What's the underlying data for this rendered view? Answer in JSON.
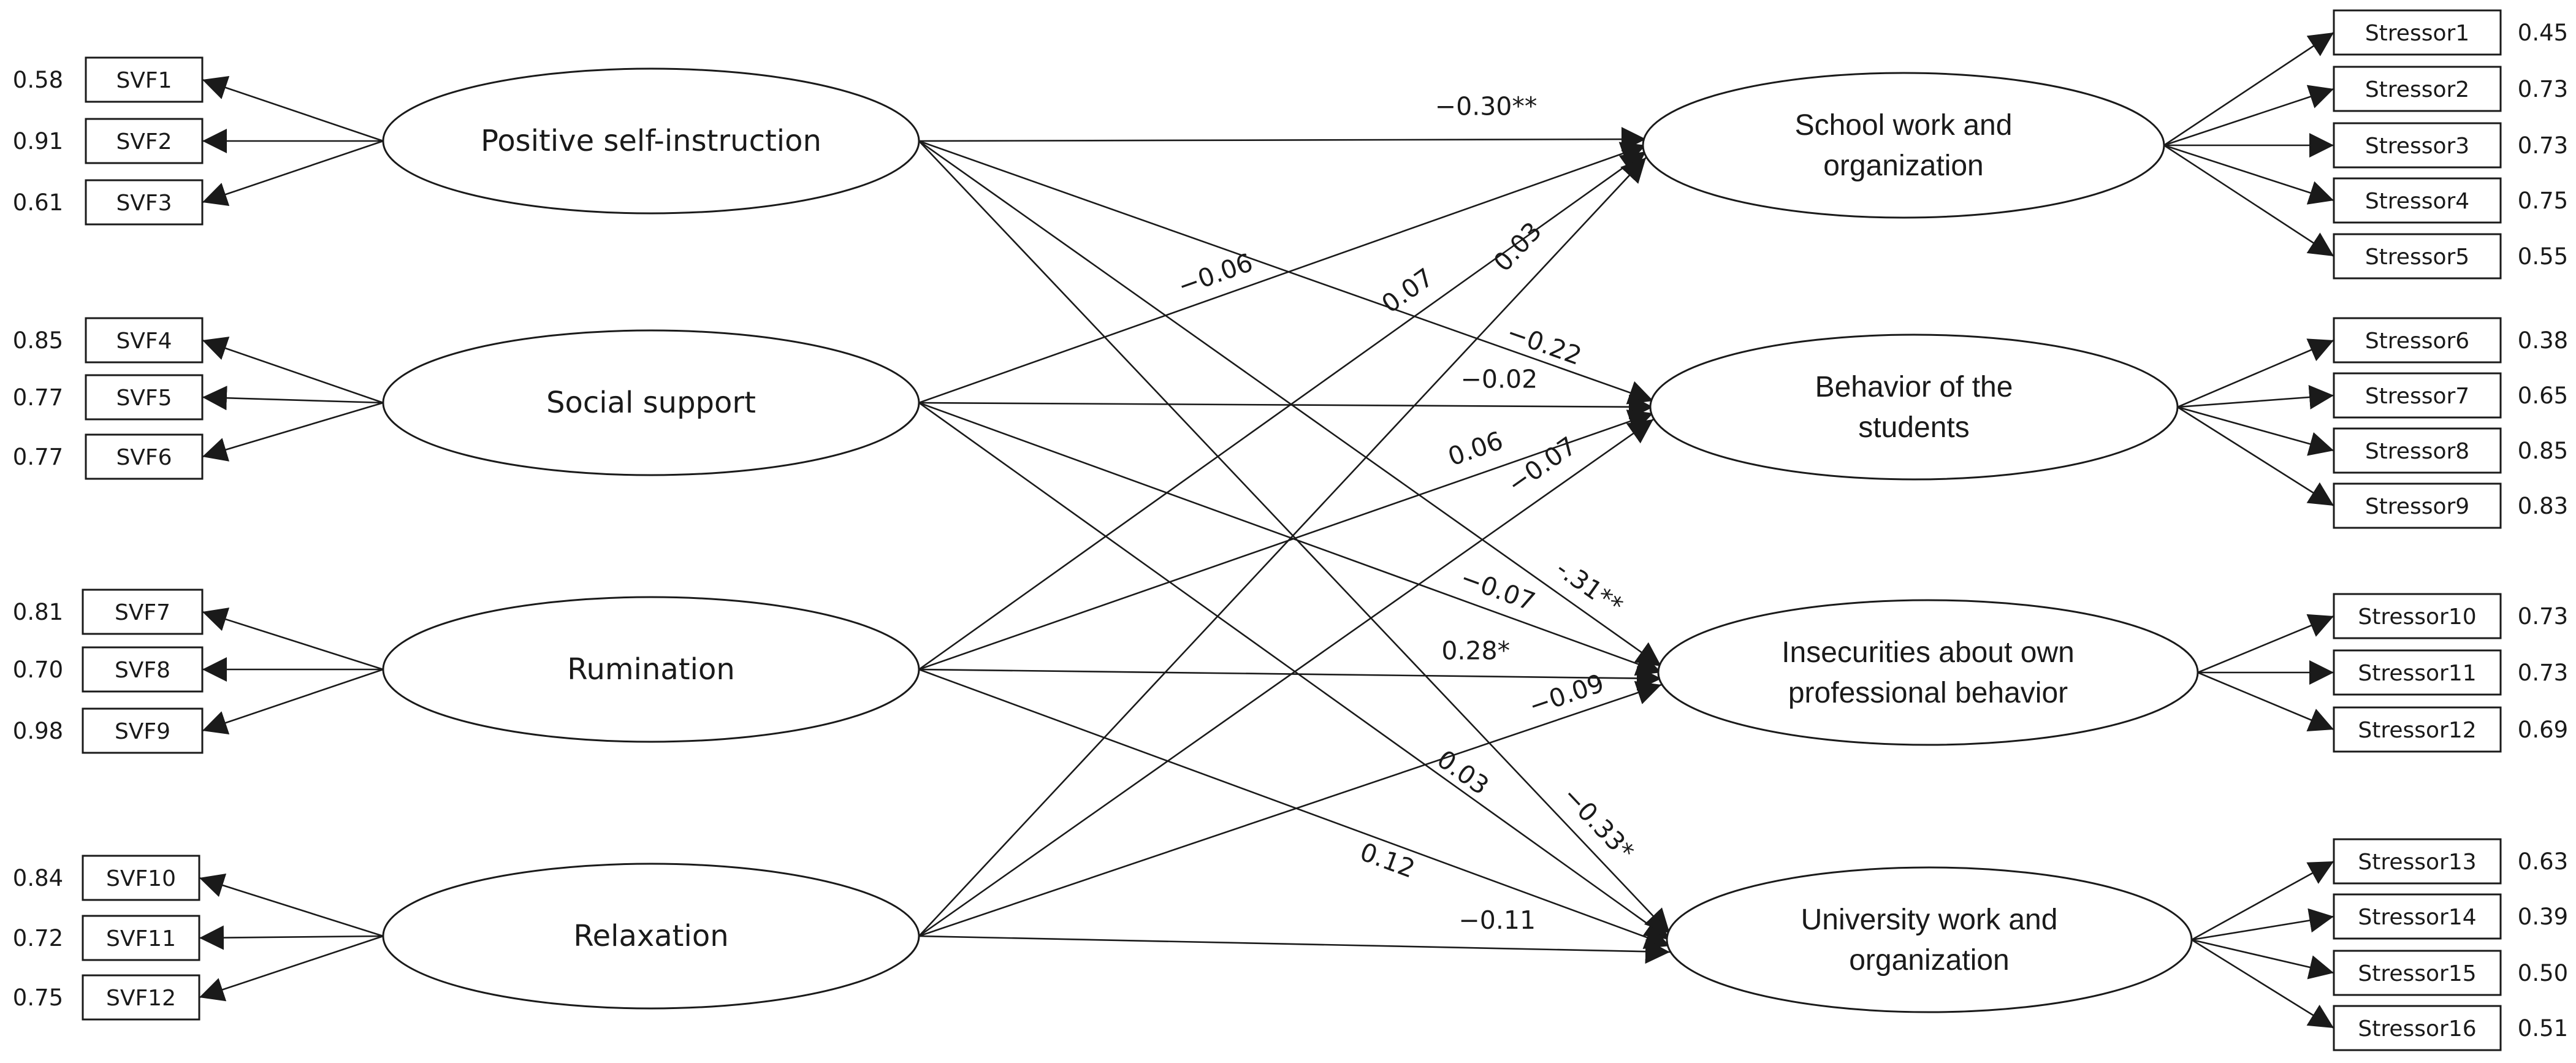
{
  "predictors": [
    {
      "id": "p1",
      "label": "Positive self-instruction",
      "indicators": [
        {
          "label": "SVF1",
          "loading": "0.58"
        },
        {
          "label": "SVF2",
          "loading": "0.91"
        },
        {
          "label": "SVF3",
          "loading": "0.61"
        }
      ]
    },
    {
      "id": "p2",
      "label": "Social support",
      "indicators": [
        {
          "label": "SVF4",
          "loading": "0.85"
        },
        {
          "label": "SVF5",
          "loading": "0.77"
        },
        {
          "label": "SVF6",
          "loading": "0.77"
        }
      ]
    },
    {
      "id": "p3",
      "label": "Rumination",
      "indicators": [
        {
          "label": "SVF7",
          "loading": "0.81"
        },
        {
          "label": "SVF8",
          "loading": "0.70"
        },
        {
          "label": "SVF9",
          "loading": "0.98"
        }
      ]
    },
    {
      "id": "p4",
      "label": "Relaxation",
      "indicators": [
        {
          "label": "SVF10",
          "loading": "0.84"
        },
        {
          "label": "SVF11",
          "loading": "0.72"
        },
        {
          "label": "SVF12",
          "loading": "0.75"
        }
      ]
    }
  ],
  "outcomes": [
    {
      "id": "o1",
      "label_lines": [
        "School work and",
        "organization"
      ],
      "indicators": [
        {
          "label": "Stressor1",
          "loading": "0.45"
        },
        {
          "label": "Stressor2",
          "loading": "0.73"
        },
        {
          "label": "Stressor3",
          "loading": "0.73"
        },
        {
          "label": "Stressor4",
          "loading": "0.75"
        },
        {
          "label": "Stressor5",
          "loading": "0.55"
        }
      ]
    },
    {
      "id": "o2",
      "label_lines": [
        "Behavior of the",
        "students"
      ],
      "indicators": [
        {
          "label": "Stressor6",
          "loading": "0.38"
        },
        {
          "label": "Stressor7",
          "loading": "0.65"
        },
        {
          "label": "Stressor8",
          "loading": "0.85"
        },
        {
          "label": "Stressor9",
          "loading": "0.83"
        }
      ]
    },
    {
      "id": "o3",
      "label_lines": [
        "Insecurities about own",
        "professional behavior"
      ],
      "indicators": [
        {
          "label": "Stressor10",
          "loading": "0.73"
        },
        {
          "label": "Stressor11",
          "loading": "0.73"
        },
        {
          "label": "Stressor12",
          "loading": "0.69"
        }
      ]
    },
    {
      "id": "o4",
      "label_lines": [
        "University work and",
        "organization"
      ],
      "indicators": [
        {
          "label": "Stressor13",
          "loading": "0.63"
        },
        {
          "label": "Stressor14",
          "loading": "0.39"
        },
        {
          "label": "Stressor15",
          "loading": "0.50"
        },
        {
          "label": "Stressor16",
          "loading": "0.51"
        }
      ]
    }
  ],
  "paths": [
    {
      "from": "p1",
      "to": "o1",
      "coef": "−0.30**"
    },
    {
      "from": "p1",
      "to": "o2",
      "coef": "−0.22"
    },
    {
      "from": "p1",
      "to": "o3",
      "coef": "-.31**"
    },
    {
      "from": "p1",
      "to": "o4",
      "coef": "−0.33*"
    },
    {
      "from": "p2",
      "to": "o1",
      "coef": "−0.06"
    },
    {
      "from": "p2",
      "to": "o2",
      "coef": "−0.02"
    },
    {
      "from": "p2",
      "to": "o3",
      "coef": "−0.07"
    },
    {
      "from": "p2",
      "to": "o4",
      "coef": "0.03"
    },
    {
      "from": "p3",
      "to": "o1",
      "coef": "0.07"
    },
    {
      "from": "p3",
      "to": "o2",
      "coef": "0.06"
    },
    {
      "from": "p3",
      "to": "o3",
      "coef": "0.28*"
    },
    {
      "from": "p3",
      "to": "o4",
      "coef": "0.12"
    },
    {
      "from": "p4",
      "to": "o1",
      "coef": "0.03"
    },
    {
      "from": "p4",
      "to": "o2",
      "coef": "−0.07"
    },
    {
      "from": "p4",
      "to": "o3",
      "coef": "−0.09"
    },
    {
      "from": "p4",
      "to": "o4",
      "coef": "−0.11"
    }
  ]
}
